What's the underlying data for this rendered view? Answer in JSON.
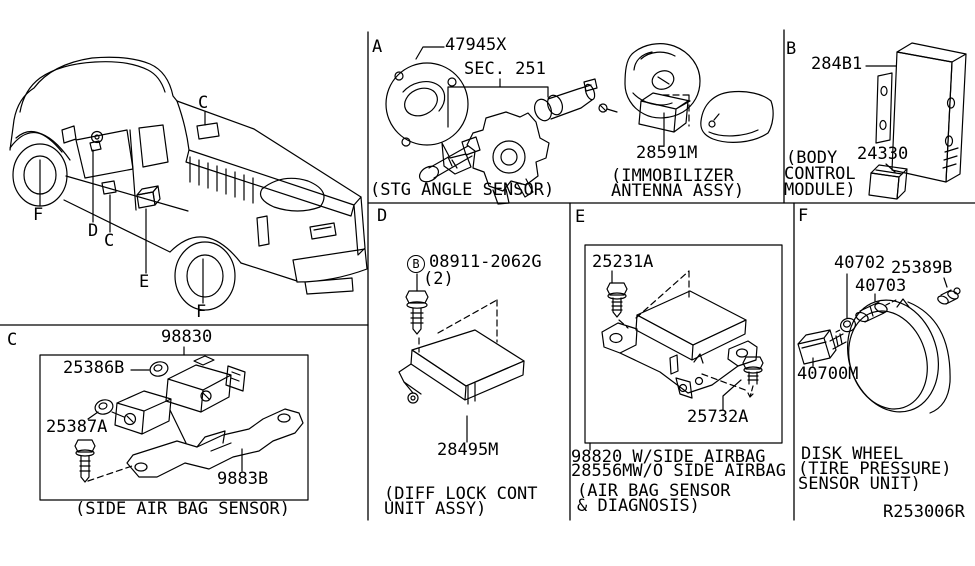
{
  "drawing_code": "R253006R",
  "colors": {
    "ink": "#000000",
    "background": "#ffffff"
  },
  "vehicle": {
    "callouts": [
      {
        "letter": "C",
        "location": "cab-roof-rear"
      },
      {
        "letter": "F",
        "location": "front-wheel"
      },
      {
        "letter": "D",
        "location": "instrument-panel"
      },
      {
        "letter": "C",
        "location": "door-sill"
      },
      {
        "letter": "E",
        "location": "cab-floor-side"
      },
      {
        "letter": "F",
        "location": "rear-wheel"
      }
    ]
  },
  "sections": {
    "stg_angle_sensor": {
      "letter": "A",
      "part_number": "47945X",
      "section_ref": "SEC. 251",
      "caption": "(STG ANGLE SENSOR)"
    },
    "immobilizer": {
      "part_number": "28591M",
      "caption_line1": "(IMMOBILIZER",
      "caption_line2": "ANTENNA ASSY)"
    },
    "body_control_module": {
      "letter": "B",
      "module_part_number": "284B1",
      "relay_part_number": "24330",
      "caption_line1": "(BODY",
      "caption_line2": "CONTROL",
      "caption_line3": "MODULE)"
    },
    "side_air_bag_sensor": {
      "letter": "C",
      "assembly_part_number": "98830",
      "nut_part_number": "25386B",
      "bolt_part_number": "25387A",
      "bracket_part_number": "9883B",
      "caption": "(SIDE AIR BAG SENSOR)"
    },
    "diff_lock_control": {
      "letter": "D",
      "bolt_marker": "B",
      "bolt_part_number": "08911-2062G",
      "bolt_quantity": "(2)",
      "unit_part_number": "28495M",
      "caption_line1": "(DIFF LOCK CONT",
      "caption_line2": "UNIT ASSY)"
    },
    "air_bag_sensor": {
      "letter": "E",
      "bolt_upper_part_number": "25231A",
      "bolt_lower_part_number": "25732A",
      "variant_with": "98820 W/SIDE AIRBAG",
      "variant_without": "28556MW/O SIDE AIRBAG",
      "caption_line1": "(AIR BAG SENSOR",
      "caption_line2": "& DIAGNOSIS)"
    },
    "tire_pressure_sensor": {
      "letter": "F",
      "nut_part_number": "40702",
      "cap_part_number": "25389B",
      "valve_part_number": "40703",
      "sensor_part_number": "40700M",
      "caption_line1": "DISK WHEEL",
      "caption_line2": "(TIRE PRESSURE)",
      "caption_line3": "SENSOR UNIT)"
    }
  }
}
